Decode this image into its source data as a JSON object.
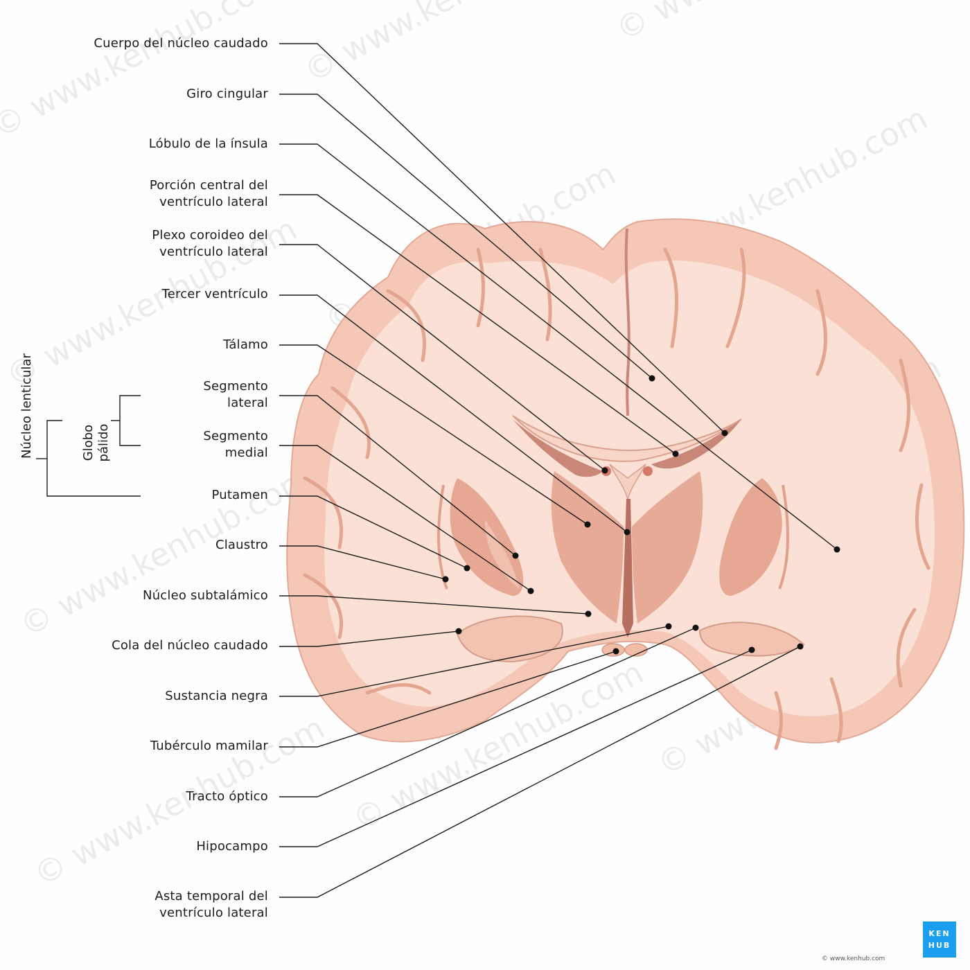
{
  "labels": [
    {
      "id": "cuerpo-nucleo-caudado",
      "text": "Cuerpo del núcleo caudado"
    },
    {
      "id": "giro-cingular",
      "text": "Giro cingular"
    },
    {
      "id": "lobulo-insula",
      "text": "Lóbulo de la ínsula"
    },
    {
      "id": "porcion-central",
      "line1": "Porción central del",
      "line2": "ventrículo lateral"
    },
    {
      "id": "plexo-coroideo",
      "line1": "Plexo coroideo del",
      "line2": "ventrículo lateral"
    },
    {
      "id": "tercer-ventriculo",
      "text": "Tercer ventrículo"
    },
    {
      "id": "talamo",
      "text": "Tálamo"
    },
    {
      "id": "segmento-lateral",
      "line1": "Segmento",
      "line2": "lateral"
    },
    {
      "id": "segmento-medial",
      "line1": "Segmento",
      "line2": "medial"
    },
    {
      "id": "putamen",
      "text": "Putamen"
    },
    {
      "id": "claustro",
      "text": "Claustro"
    },
    {
      "id": "nucleo-subtalamico",
      "text": "Núcleo subtalámico"
    },
    {
      "id": "cola-nucleo-caudado",
      "text": "Cola del núcleo caudado"
    },
    {
      "id": "sustancia-negra",
      "text": "Sustancia negra"
    },
    {
      "id": "tuberculo-mamilar",
      "text": "Tubérculo mamilar"
    },
    {
      "id": "tracto-optico",
      "text": "Tracto óptico"
    },
    {
      "id": "hipocampo",
      "text": "Hipocampo"
    },
    {
      "id": "asta-temporal",
      "line1": "Asta temporal del",
      "line2": "ventrículo lateral"
    }
  ],
  "groups": {
    "globo_palido": "Globo pálido",
    "nucleo_lenticular": "Núcleo lenticular"
  },
  "watermark": "© www.kenhub.com",
  "logo": {
    "line1": "KEN",
    "line2": "HUB"
  },
  "credit": "© www.kenhub.com",
  "colors": {
    "grey_matter": "#f4c7b6",
    "white_matter": "#fbe1d5",
    "deep_nuclei": "#e8ab98",
    "fissure": "#c98778",
    "leader_line": "#1b1b1b",
    "logo": "#1a9ef0"
  }
}
